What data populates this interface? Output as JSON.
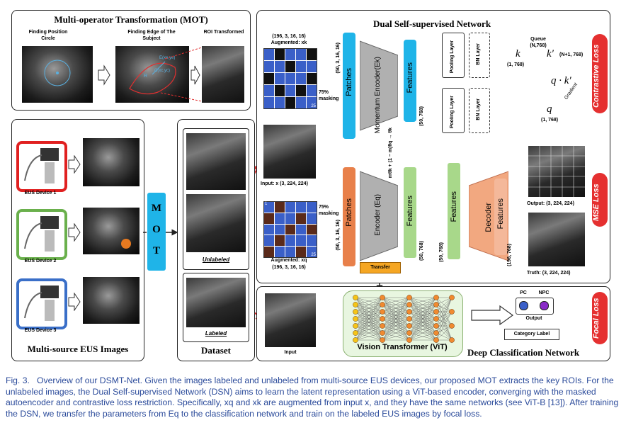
{
  "mot_box": {
    "title": "Multi-operator Transformation (MOT)",
    "step1": "Finding Position Circle",
    "step2": "Finding Edge of The Subject",
    "step3": "ROI Transformed",
    "overlay_r": "R",
    "overlay_center": "C(xc,yc)",
    "overlay_edge": "E(xe,ye)"
  },
  "source_box": {
    "title": "Multi-source EUS Images",
    "devices": [
      "EUS Device 1",
      "EUS Device 2",
      "EUS Device 3"
    ],
    "device_colors": [
      "#e02020",
      "#6ab04c",
      "#3a6fc8"
    ]
  },
  "mot_bar": {
    "letters": [
      "M",
      "O",
      "T"
    ]
  },
  "dataset": {
    "title": "Dataset",
    "unlabeled": "Unlabeled",
    "labeled": "Labeled"
  },
  "dsn": {
    "title": "Dual  Self-supervised Network",
    "augk_shape": "(196, 3, 16, 16)",
    "augk_label": "Augmented: xk",
    "augq_label": "Augmented: xq",
    "augq_shape": "(196, 3, 16, 16)",
    "masking_top": "75% masking",
    "masking_bottom": "75% masking",
    "grid_number_top": "25",
    "grid_number_bottom": "25",
    "grid_first_bottom": "1",
    "input_label": "Input: x (3, 224, 224)",
    "patches_label": "Patches",
    "patches_shape_top": "(50, 3, 16, 16)",
    "patches_shape_bottom": "(50, 3, 16, 16)",
    "momentum_encoder": "Momentum Encoder(Ek)",
    "encoder": "Encoder (Eq)",
    "features_label": "Features",
    "features_shape": "(50, 768)",
    "momentum_update": "mθk + (1 − m)θq → θk",
    "pooling_layer": "Pooling Layer",
    "bn_layer": "BN Layer",
    "queue_label": "Queue",
    "queue_shape": "(N,768)",
    "k_label": "k",
    "k_shape": "(1, 768)",
    "kprime_label": "k′",
    "kprime_shape": "(N+1, 768)",
    "q_label": "q",
    "q_shape": "(1, 768)",
    "qk_label": "q · k′",
    "gradient_label": "Gradient",
    "contrastive_loss": "Contrastive Loss",
    "decoder": "Decoder",
    "decoder_shape": "(196, 768)",
    "mse_loss": "MSE Loss",
    "output_label": "Output: (3, 224, 224)",
    "truth_label": "Truth: (3, 224, 224)",
    "transfer": "Transfer"
  },
  "dcn": {
    "title": "Deep Classification Network",
    "input": "Input",
    "vit": "Vision Transformer (ViT)",
    "pc": "PC",
    "npc": "NPC",
    "output": "Output",
    "category": "Category Label",
    "focal_loss": "Focal Loss"
  },
  "caption": {
    "lead": "Fig. 3.",
    "text": "Overview of our DSMT-Net. Given the images labeled and unlabeled from multi-source EUS devices, our proposed MOT extracts the key ROIs. For the unlabeled images, the Dual Self-supervised Network (DSN) aims to learn the latent representation using a ViT-based encoder, converging with the masked autoencoder and contrastive loss restriction. Specifically, xq and xk are augmented from input x, and they have the same networks (see ViT-B [13]). After training the DSN, we transfer the parameters from Eq to the classification network and train on the labeled EUS images by focal loss."
  },
  "colors": {
    "blue": "#1fb4e8",
    "orange": "#e8804a",
    "green": "#a8d88a",
    "red": "#e53030",
    "vit_bg": "#e8f6e0"
  }
}
